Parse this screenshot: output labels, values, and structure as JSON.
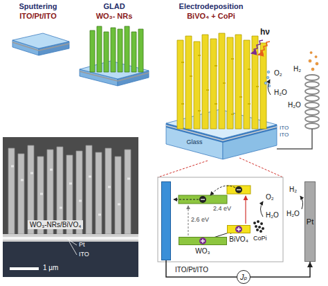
{
  "diagram": {
    "nodes": [
      {
        "text": [
          "ITO/Pt/ITO"
        ]
      },
      {
        "text": [
          "WO₃"
        ]
      },
      {
        "text": [
          "BiVO₄"
        ]
      },
      {
        "text": [
          "Jₚ"
        ]
      },
      {
        "text": [
          "Pt"
        ]
      }
    ],
    "edges": [
      {
        "from": 0,
        "to": 3,
        "arrow": "none"
      },
      {
        "from": 3,
        "to": 4,
        "arrow": "to"
      }
    ],
    "labels": [
      "Sputtering",
      "ITO/Pt/ITO",
      "GLAD",
      "WO₃- NRs",
      "Electrodeposition",
      "BiVO₄ + CoPi",
      "hν",
      "O₂",
      "H₂O",
      "H₂",
      "H₂O",
      "ITO",
      "ITO",
      "Glass",
      "WO₃-NRs/BiVO₄",
      "Pt",
      "ITO",
      "1 µm",
      "2.6 eV",
      "2.4 eV",
      "O₂",
      "H₂O",
      "CoPi",
      "H₂",
      "H₂O"
    ]
  }
}
